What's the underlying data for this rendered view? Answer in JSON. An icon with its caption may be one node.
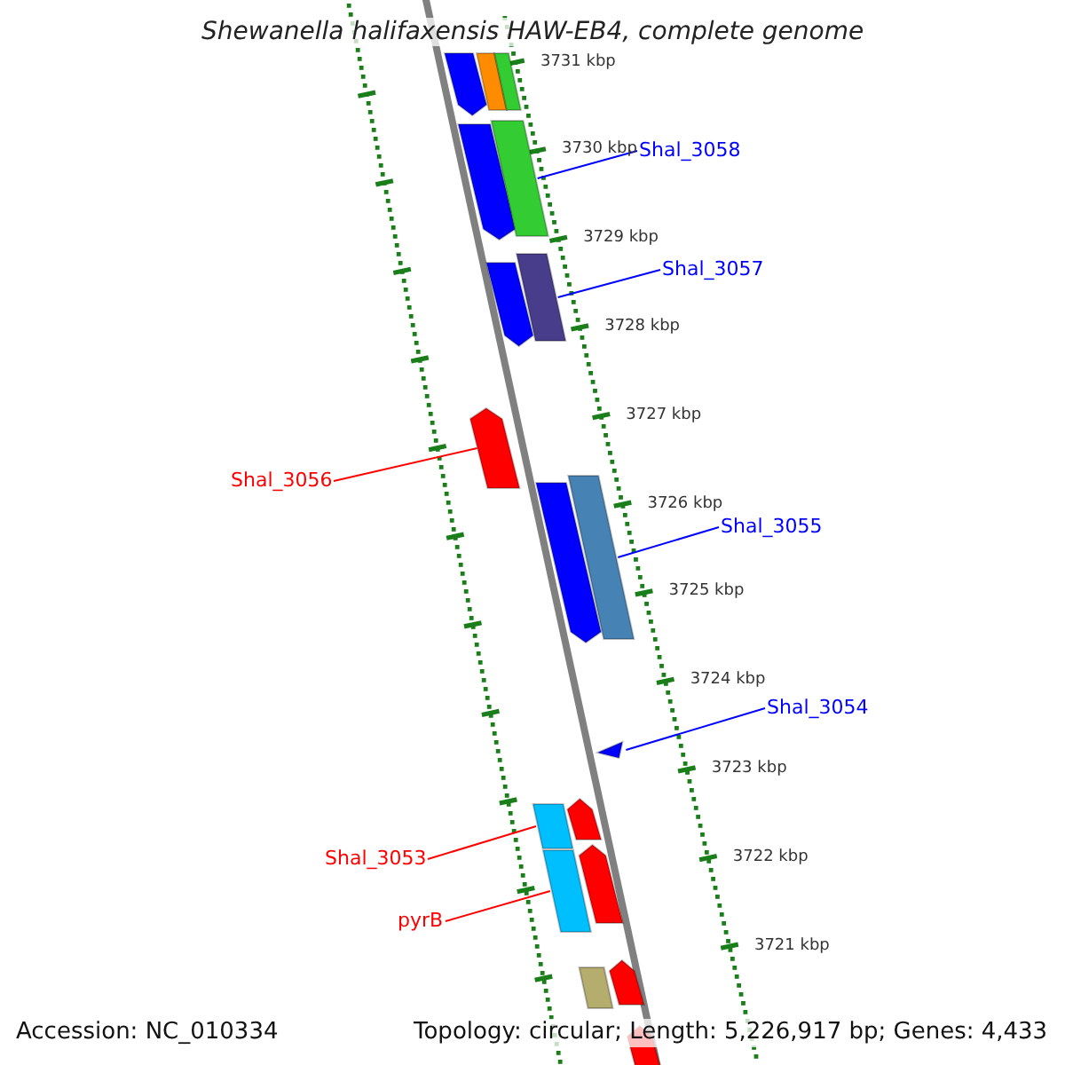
{
  "diagram": {
    "title": "Shewanella halifaxensis HAW-EB4, complete genome",
    "nodes": [
      {
        "text": [],
        "shape": "pentagon"
      },
      {
        "text": [],
        "shape": "bar"
      },
      {
        "text": [],
        "shape": "bar"
      },
      {
        "text": [],
        "shape": "pentagon"
      },
      {
        "text": [],
        "shape": "bar"
      },
      {
        "text": [
          "Shal_3058"
        ]
      },
      {
        "text": [],
        "shape": "pentagon"
      },
      {
        "text": [],
        "shape": "bar"
      },
      {
        "text": [
          "Shal_3057"
        ]
      },
      {
        "text": [],
        "shape": "pentagon"
      },
      {
        "text": [
          "Shal_3056"
        ]
      },
      {
        "text": [],
        "shape": "pentagon"
      },
      {
        "text": [],
        "shape": "bar"
      },
      {
        "text": [
          "Shal_3055"
        ]
      },
      {
        "text": [
          "Shal_3054"
        ]
      },
      {
        "text": [],
        "shape": "pentagon"
      },
      {
        "text": [],
        "shape": "bar"
      },
      {
        "text": [],
        "shape": "pentagon"
      },
      {
        "text": [
          "Shal_3053"
        ]
      },
      {
        "text": [],
        "shape": "bar"
      },
      {
        "text": [],
        "shape": "pentagon"
      },
      {
        "text": [
          "pyrB"
        ]
      },
      {
        "text": [],
        "shape": "bar"
      },
      {
        "text": [],
        "shape": "pentagon"
      },
      {
        "text": [],
        "shape": "pentagon"
      }
    ],
    "edges": [
      {
        "from": 5,
        "to": 4,
        "arrow": "none"
      },
      {
        "from": 8,
        "to": 7,
        "arrow": "none"
      },
      {
        "from": 10,
        "to": 9,
        "arrow": "none",
        "color": "#ff0000"
      },
      {
        "from": 13,
        "to": 12,
        "arrow": "none"
      },
      {
        "from": 14,
        "to": 15,
        "arrow": "none"
      },
      {
        "from": 18,
        "to": 16,
        "arrow": "none",
        "color": "#ff0000"
      },
      {
        "from": 21,
        "to": 19,
        "arrow": "none",
        "color": "#ff0000"
      }
    ],
    "labels": [
      "3731 kbp",
      "3730 kbp",
      "3729 kbp",
      "3728 kbp",
      "3727 kbp",
      "3726 kbp",
      "3725 kbp",
      "3724 kbp",
      "3723 kbp",
      "3722 kbp",
      "3721 kbp",
      "Accession: NC_010334",
      "Topology: circular; Length: 5,226,917 bp; Genes: 4,433"
    ]
  }
}
